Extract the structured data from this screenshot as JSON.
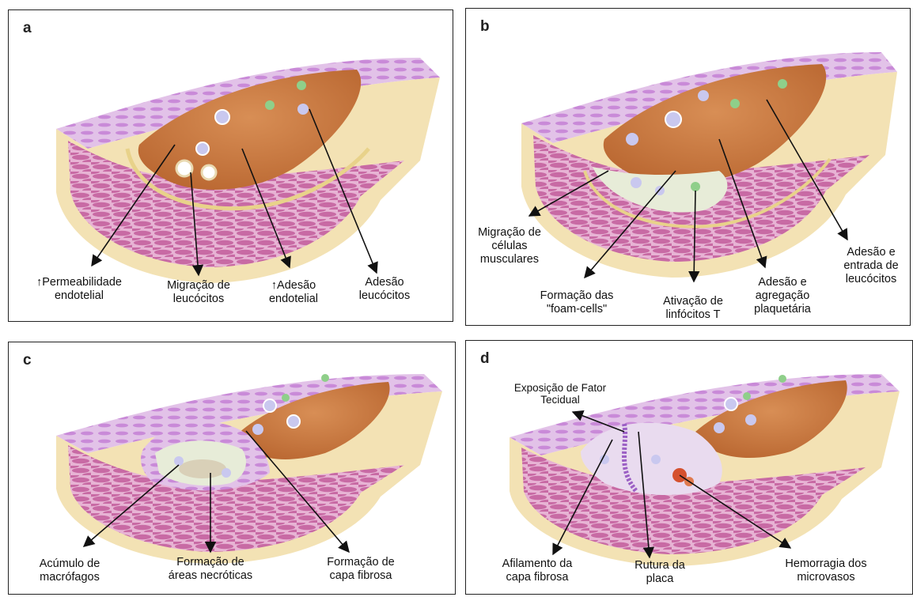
{
  "panels": [
    {
      "letter": "a",
      "labels": [
        "↑Permeabilidade\nendotelial",
        "Migração de\nleucócitos",
        "↑Adesão\nendotelial",
        "Adesão\nleucócitos"
      ]
    },
    {
      "letter": "b",
      "labels": [
        "Migração de\ncélulas\nmusculares",
        "Formação das\n\"foam-cells\"",
        "Ativação de\nlinfócitos T",
        "Adesão e\nagregação\nplaquetária",
        "Adesão e\nentrada de\nleucócitos"
      ]
    },
    {
      "letter": "c",
      "labels": [
        "Acúmulo de\nmacrófagos",
        "Formação de\náreas necróticas",
        "Formação de\ncapa fibrosa"
      ]
    },
    {
      "letter": "d",
      "labels": [
        "Exposição de Fator\nTecidual",
        "Afilamento da\ncapa fibrosa",
        "Rutura da\nplaca",
        "Hemorragia dos\nmicrovasos"
      ]
    }
  ],
  "colors": {
    "lumen": "#c97a45",
    "muscle": "#c76fa6",
    "media_bg": "#e9b6d6",
    "adventitia": "#f3e2b4",
    "intima_line": "#e8d28a",
    "plaque": "#e7ecd8",
    "cell": "#c9c8ef",
    "green_cell": "#8fcf8a",
    "hemorrhage": "#d5512e"
  }
}
